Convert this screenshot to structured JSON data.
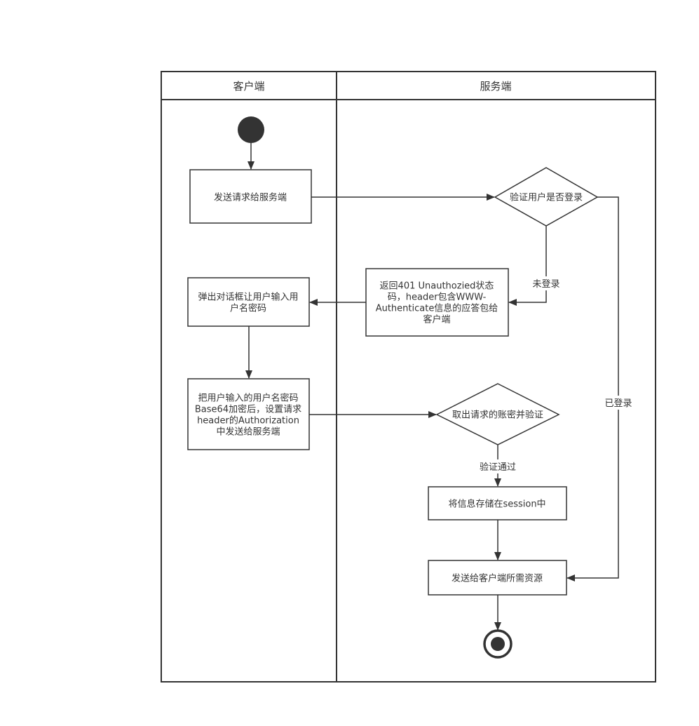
{
  "lanes": {
    "client": "客户端",
    "server": "服务端"
  },
  "nodes": {
    "send_request": [
      "发送请求给服务端"
    ],
    "check_login": [
      "验证用户是否登录"
    ],
    "return_401": [
      "返回401 Unauthozied状态",
      "码，header包含WWW-",
      "Authenticate信息的应答包给",
      "客户端"
    ],
    "popup_dialog": [
      "弹出对话框让用户输入用",
      "户名密码"
    ],
    "encode_send": [
      "把用户输入的用户名密码",
      "Base64加密后，设置请求",
      "header的Authorization",
      "中发送给服务端"
    ],
    "verify_credentials": [
      "取出请求的账密并验证"
    ],
    "store_session": [
      "将信息存储在session中"
    ],
    "send_resources": [
      "发送给客户端所需资源"
    ]
  },
  "edges": {
    "not_logged_in": "未登录",
    "logged_in": "已登录",
    "verified": "验证通过"
  },
  "colors": {
    "stroke": "#333333",
    "fill": "#ffffff",
    "node_fill": "#333333"
  }
}
